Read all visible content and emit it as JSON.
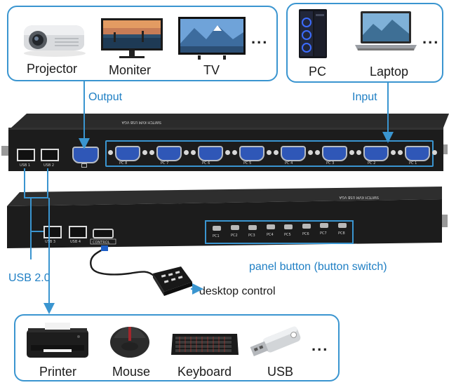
{
  "outputs": {
    "items": [
      {
        "label": "Projector",
        "icon": "projector-icon"
      },
      {
        "label": "Moniter",
        "icon": "monitor-icon"
      },
      {
        "label": "TV",
        "icon": "tv-icon"
      }
    ],
    "more": "...",
    "caption": "Output"
  },
  "inputs": {
    "items": [
      {
        "label": "PC",
        "icon": "pc-tower-icon"
      },
      {
        "label": "Laptop",
        "icon": "laptop-icon"
      }
    ],
    "more": "...",
    "caption": "Input"
  },
  "front_panel": {
    "usb_ports": [
      "USB 1",
      "USB 2"
    ],
    "vga_inputs": [
      "PC 8",
      "PC 7",
      "PC 6",
      "PC 5",
      "PC 4",
      "PC 3",
      "PC 2",
      "PC 1"
    ]
  },
  "rear_panel": {
    "usb_ports": [
      "USB 3",
      "USB 4"
    ],
    "control_port": "CONTROL",
    "buttons": [
      "PC1",
      "PC2",
      "PC3",
      "PC4",
      "PC5",
      "PC6",
      "PC7",
      "PC8"
    ]
  },
  "annotations": {
    "panel_button": "panel button (button switch)",
    "desktop_control": "desktop control",
    "usb": "USB 2.0"
  },
  "peripherals": {
    "items": [
      {
        "label": "Printer",
        "icon": "printer-icon"
      },
      {
        "label": "Mouse",
        "icon": "mouse-icon"
      },
      {
        "label": "Keyboard",
        "icon": "keyboard-icon"
      },
      {
        "label": "USB",
        "icon": "usb-drive-icon"
      }
    ],
    "more": "..."
  },
  "colors": {
    "accent": "#3a95d0",
    "caption": "#1f7fc4",
    "device_body": "#1c1c1c",
    "vga_port": "#2f57b7"
  }
}
